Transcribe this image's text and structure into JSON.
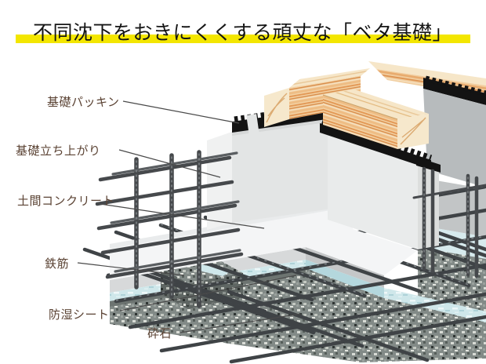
{
  "title": {
    "text": "不同沈下をおきにくくする頑丈な「ベタ基礎」",
    "highlight_color": "#f3e600",
    "text_color": "#151515"
  },
  "diagram": {
    "description": "3D cutaway illustration of a mat (slab) foundation",
    "labels": [
      {
        "id": "foundation-packing",
        "text": "基礎パッキン"
      },
      {
        "id": "foundation-stem-wall",
        "text": "基礎立ち上がり"
      },
      {
        "id": "slab-concrete",
        "text": "土間コンクリート"
      },
      {
        "id": "rebar",
        "text": "鉄筋"
      },
      {
        "id": "moisture-sheet",
        "text": "防湿シート"
      },
      {
        "id": "crushed-stone",
        "text": "砕石"
      }
    ],
    "label_color": "#5b4334",
    "materials": {
      "wood_sill": "#f3d2a4",
      "wood_stripe": "#e39a58",
      "packing_black": "#131313",
      "concrete_wall": "#e3e5e5",
      "concrete_slab": "#f4f5f6",
      "moisture_sheet": "#cfe7ea",
      "crushed_stone": "#868e8a",
      "rebar": "#43474a"
    }
  }
}
